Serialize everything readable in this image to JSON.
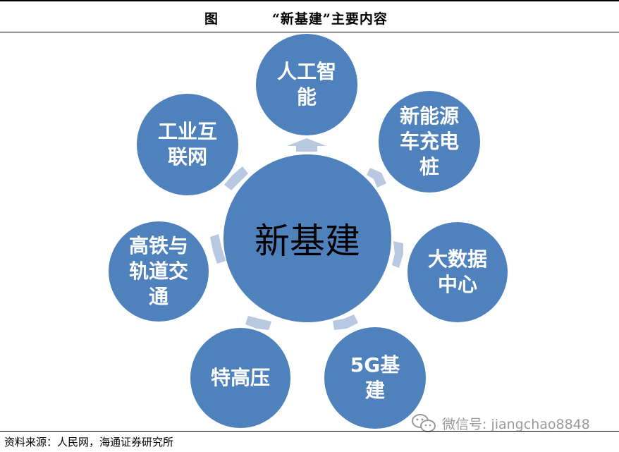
{
  "header": {
    "label": "图",
    "title": "“新基建”主要内容"
  },
  "center": {
    "label": "新基建"
  },
  "nodes": [
    {
      "label": "人工智\n能"
    },
    {
      "label": "新能源\n车充电\n桩"
    },
    {
      "label": "大数据\n中心"
    },
    {
      "label": "5G基\n建"
    },
    {
      "label": "特高压"
    },
    {
      "label": "高铁与\n轨道交\n通"
    },
    {
      "label": "工业互\n联网"
    }
  ],
  "footer": {
    "source": "资料来源：人民网，海通证券研究所"
  },
  "watermark": {
    "text": "微信号: jiangchao8848",
    "icon": "wechat-icon"
  },
  "colors": {
    "circle": "#4f81bd",
    "arrow": "#b8c8e0",
    "title_line": "#000000"
  }
}
